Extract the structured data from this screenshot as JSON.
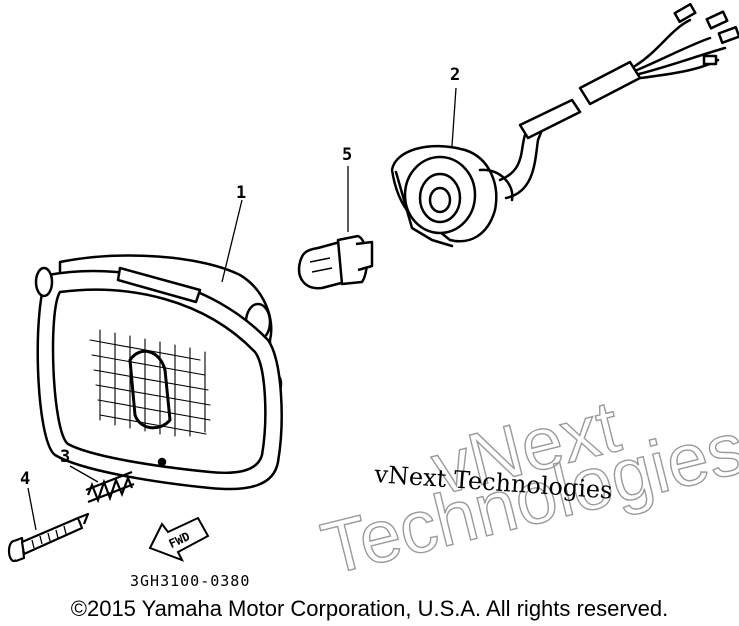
{
  "diagram": {
    "callouts": {
      "c1": "1",
      "c2": "2",
      "c3": "3",
      "c4": "4",
      "c5": "5"
    },
    "fwd_label": "FWD",
    "part_number": "3GH3100-0380"
  },
  "watermark": {
    "line_text": "vNext Technologies",
    "outline_line1": "vNext",
    "outline_line2": "Technologies"
  },
  "footer": {
    "copyright": "©2015 Yamaha Motor Corporation, U.S.A. All rights reserved."
  }
}
